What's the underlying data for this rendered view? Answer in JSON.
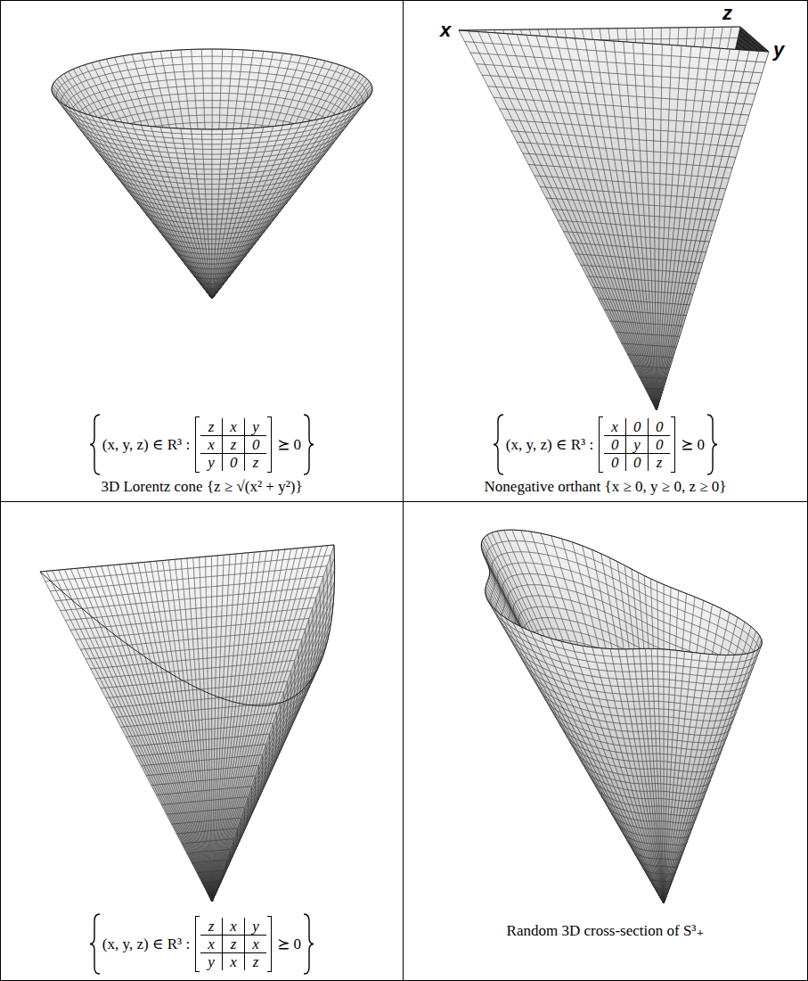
{
  "diagram": {
    "nodes": [
      {
        "text": [
          "(x, y, z) ∈ R³ :",
          "z",
          "x",
          "y",
          "x",
          "z",
          "0",
          "y",
          "0",
          "z",
          "⪰ 0",
          "3D Lorentz cone {z ≥ √(x² + y²)}"
        ]
      },
      {
        "text": [
          "(x, y, z) ∈ R³ :",
          "x",
          "0",
          "0",
          "0",
          "y",
          "0",
          "0",
          "0",
          "z",
          "⪰ 0",
          "Nonegative orthant {x ≥ 0, y ≥ 0, z ≥ 0}"
        ]
      },
      {
        "text": [
          "(x, y, z) ∈ R³ :",
          "z",
          "x",
          "y",
          "x",
          "z",
          "x",
          "y",
          "x",
          "z",
          "⪰ 0"
        ]
      },
      {
        "text": [
          "Random 3D cross-section of S³₊"
        ]
      }
    ],
    "labels": [
      "x",
      "y",
      "z"
    ]
  }
}
